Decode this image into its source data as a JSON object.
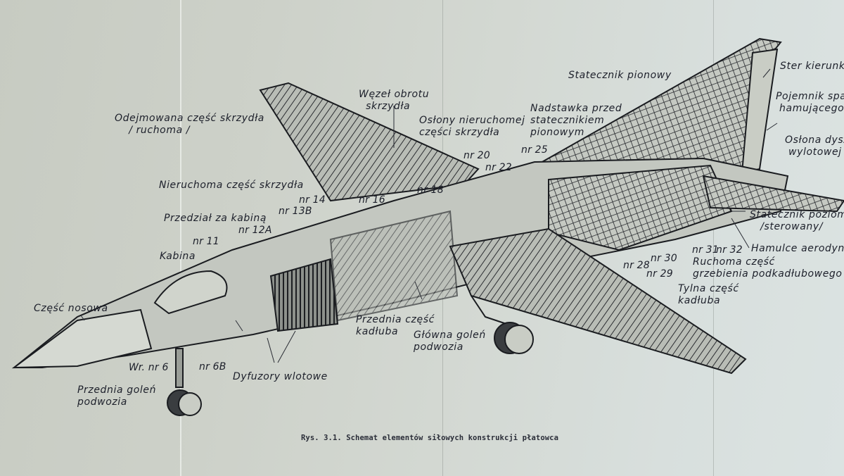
{
  "diagram": {
    "caption": "Rys. 3.1. Schemat elementów siłowych konstrukcji płatowca",
    "paper_color": "#d2d7d0",
    "ink_color": "#1c1f2a",
    "labels": {
      "odejmowana": "Odejmowana część skrzydła\n    / ruchoma /",
      "wezel": "Węzeł obrotu\n  skrzydła",
      "ostony": "Osłony nieruchomej\nczęści skrzydła",
      "statecznik_pionowy": "Statecznik pionowy",
      "nadstawka": "Nadstawka przed\nstatecznikiem\npionowym",
      "ster_kierunku": "Ster kierunk",
      "pojemnik": "Pojemnik spa\n hamującego",
      "oslona_dyszy": "Osłona dysz\n wylotowej",
      "statecznik_poziomy": "Statecznik poziom\n   /sterowany/",
      "hamulce": "Hamulce aerodyn",
      "ruchoma": "Ruchoma część\ngrzebienia podkadłubowego",
      "tylna": "Tylna część\nkadłuba",
      "nieruchoma": "Nieruchoma część skrzydła",
      "przedzial": "Przedział za kabiną",
      "kabina": "Kabina",
      "czesc_nosowa": "Część nosowa",
      "przednia_goleń": "Przednia goleń\npodwozia",
      "dyfuzory": "Dyfuzory wlotowe",
      "przednia_czesc_kadluba": "Przednia część\nkadłuba",
      "glowna_goleń": "Główna goleń\npodwozia"
    },
    "frames": {
      "nr11": "nr 11",
      "nr12a": "nr 12A",
      "nr13b": "nr 13B",
      "nr14": "nr 14",
      "nr16": "nr 16",
      "nr18": "nr 18",
      "nr20": "nr 20",
      "nr22": "nr 22",
      "nr25": "nr 25",
      "nr28": "nr 28",
      "nr29": "nr 29",
      "nr30": "nr 30",
      "nr31": "nr 31",
      "nr32": "nr 32",
      "nr6": "Wr. nr 6",
      "nr6b": "nr 6B"
    }
  }
}
